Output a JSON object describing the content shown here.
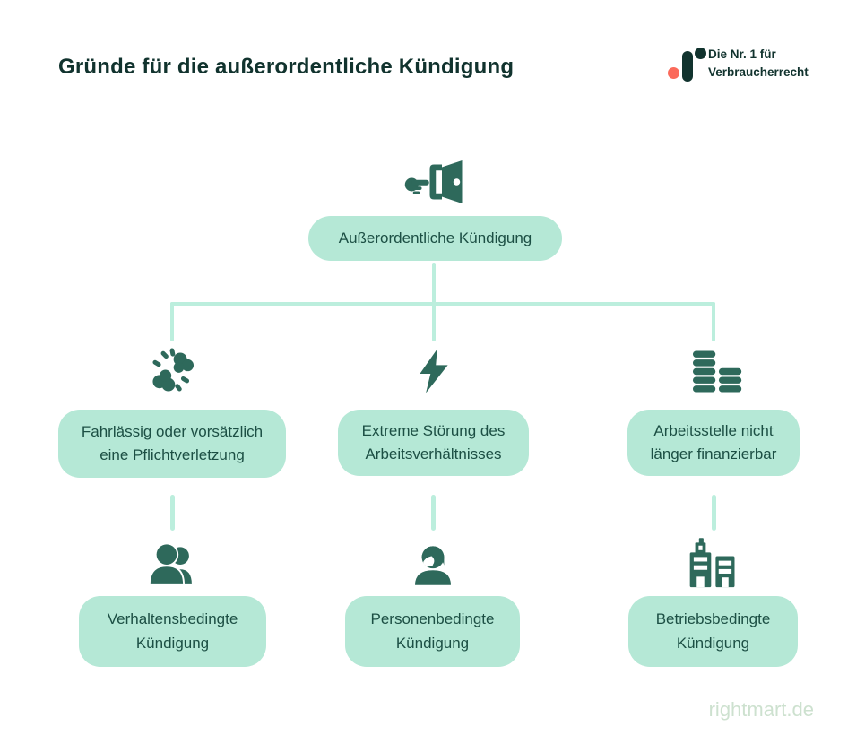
{
  "title": "Gründe für die außerordentliche Kündigung",
  "logo": {
    "icon": "rightmart-logo-icon",
    "line1": "Die Nr. 1 für",
    "line2": "Verbraucherrecht"
  },
  "footer": {
    "website": "rightmart.de"
  },
  "colors": {
    "box_mint": "#b5e8d6",
    "connector_mint": "#bceedd",
    "icon_teal": "#2e695b",
    "text_dark": "#11332e",
    "box_text": "#1c4f44",
    "logo_red": "#fb6a5b",
    "footer_green": "#cde1cf"
  },
  "diagram": {
    "root": {
      "icon": "door-exit-icon",
      "label": "Außerordentliche Kündigung"
    },
    "columns": [
      {
        "reason_icon": "collision-icon",
        "reason": "Fahrlässig oder vorsätzlich eine Pflichtverletzung",
        "result_icon": "people-icon",
        "result": "Verhaltensbedingte Kündigung"
      },
      {
        "reason_icon": "lightning-icon",
        "reason": "Extreme Störung des Arbeitsverhältnisses",
        "result_icon": "person-icon",
        "result": "Personenbedingte Kündigung"
      },
      {
        "reason_icon": "coin-stacks-icon",
        "reason": "Arbeitsstelle nicht länger finanzierbar",
        "result_icon": "buildings-icon",
        "result": "Betriebsbedingte Kündigung"
      }
    ]
  }
}
